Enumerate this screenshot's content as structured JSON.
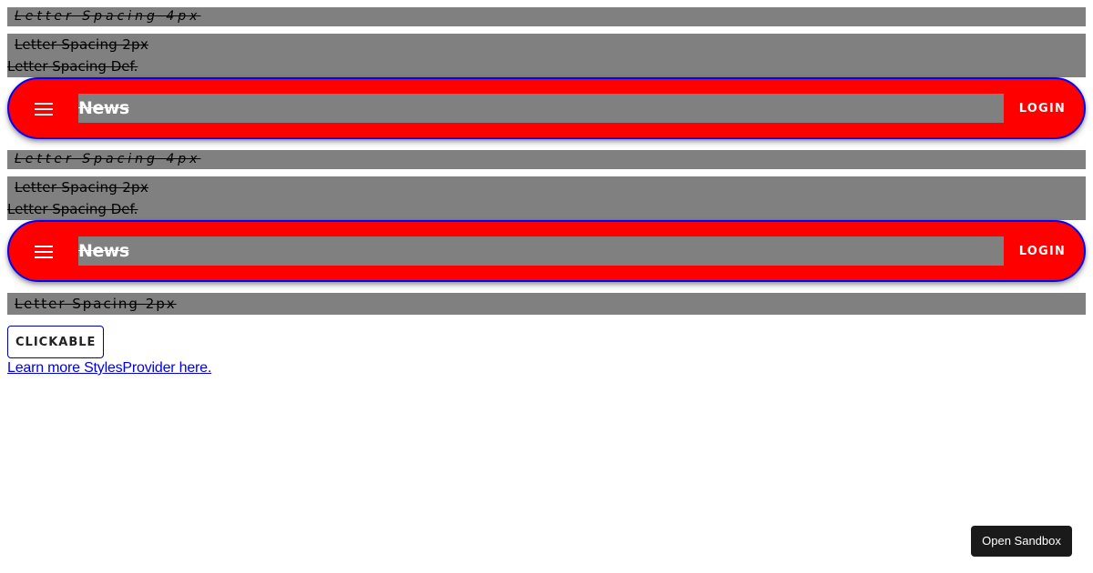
{
  "section1": {
    "spacing4": "Letter Spacing 4px",
    "spacing2": "Letter Spacing 2px",
    "spacing_def": "Letter Spacing Def.",
    "appbar": {
      "menu_icon": "menu-icon",
      "title": "News",
      "login": "LOGIN"
    }
  },
  "section2": {
    "spacing4": "Letter Spacing 4px",
    "spacing2": "Letter Spacing 2px",
    "spacing_def": "Letter Spacing Def.",
    "appbar": {
      "menu_icon": "menu-icon",
      "title": "News",
      "login": "LOGIN"
    }
  },
  "section3": {
    "spacing2": "Letter Spacing 2px",
    "clickable": "CLICKABLE",
    "learn_more": "Learn more StylesProvider here."
  },
  "sandbox_button": "Open Sandbox",
  "colors": {
    "appbar_bg": "#ff0000",
    "appbar_border": "#0000ff",
    "gray": "#808080",
    "link": "#0000ee",
    "sandbox_bg": "#1a1a1a"
  }
}
